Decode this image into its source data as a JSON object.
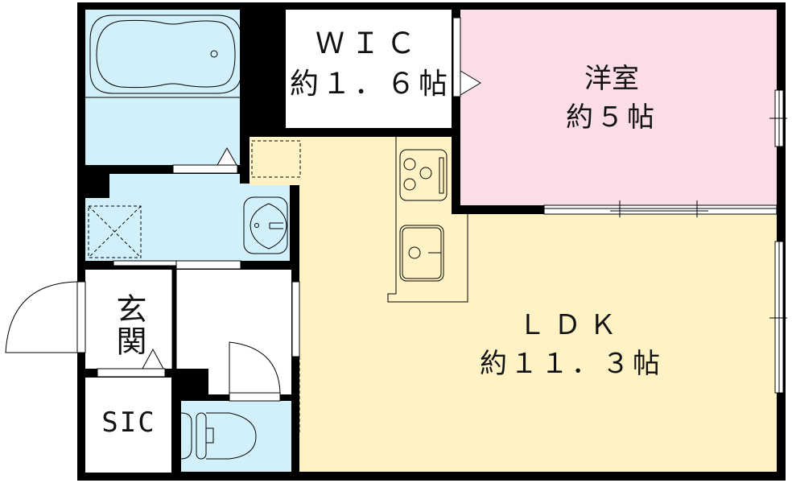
{
  "floor_plan": {
    "colors": {
      "wall": "#000000",
      "wet_area": "#d2f0fa",
      "ldk": "#fff3c6",
      "western_room": "#fbdde6",
      "storage": "#ffffff",
      "background": "#ffffff"
    },
    "rooms": {
      "wic": {
        "name": "ＷＩＣ",
        "size": "約１．６帖"
      },
      "western": {
        "name": "洋室",
        "size": "約５帖"
      },
      "ldk": {
        "name": "ＬＤＫ",
        "size": "約１１．３帖"
      },
      "entrance": {
        "name": "玄関"
      },
      "sic": {
        "name": "SIC"
      }
    },
    "fixtures": [
      "bathtub",
      "washbasin",
      "washing-machine-space",
      "refrigerator-space",
      "stove-3-burner",
      "kitchen-sink",
      "toilet"
    ],
    "icons": {
      "door_swing": "quarter-arc",
      "window": "double-line",
      "step_marker": "triangle"
    }
  }
}
